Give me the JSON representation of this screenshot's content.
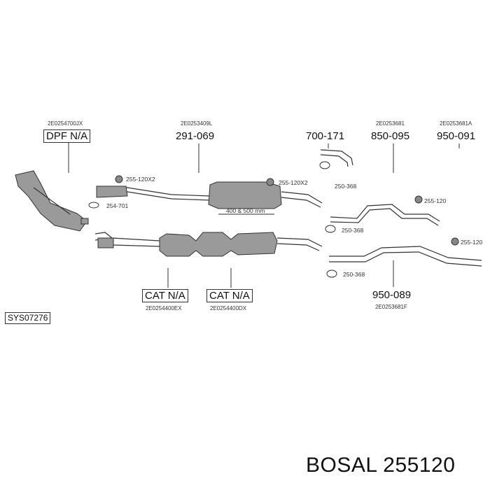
{
  "brand_label": "BOSAL 255120",
  "system_code": "SYS07276",
  "refs": {
    "dpf": "2E0254700JX",
    "front_pipe": "2E0253409L",
    "mid_850": "2E0253681",
    "mid_950_091": "2E0253681A",
    "cat_left": "2E0254400EX",
    "cat_right": "2E0254400DX",
    "tail_950_089": "2E0253681F"
  },
  "parts": {
    "dpf": "DPF N/A",
    "front_pipe": "291-069",
    "tail_700": "700-171",
    "mid_850": "850-095",
    "mid_950_091": "950-091",
    "cat_left": "CAT N/A",
    "cat_right": "CAT N/A",
    "tail_950_089": "950-089"
  },
  "clips": {
    "clamp_a": "255-120X2",
    "clamp_b": "255-120X2",
    "gasket_254": "254-701",
    "ring_a": "250-368",
    "ring_b": "250-368",
    "ring_c": "250-368",
    "clamp_c": "255-120",
    "clamp_d": "255-120"
  },
  "dimension_label": "400 & 500 mm",
  "colors": {
    "line": "#333333",
    "fill": "#9a9a9a",
    "text": "#111111"
  }
}
